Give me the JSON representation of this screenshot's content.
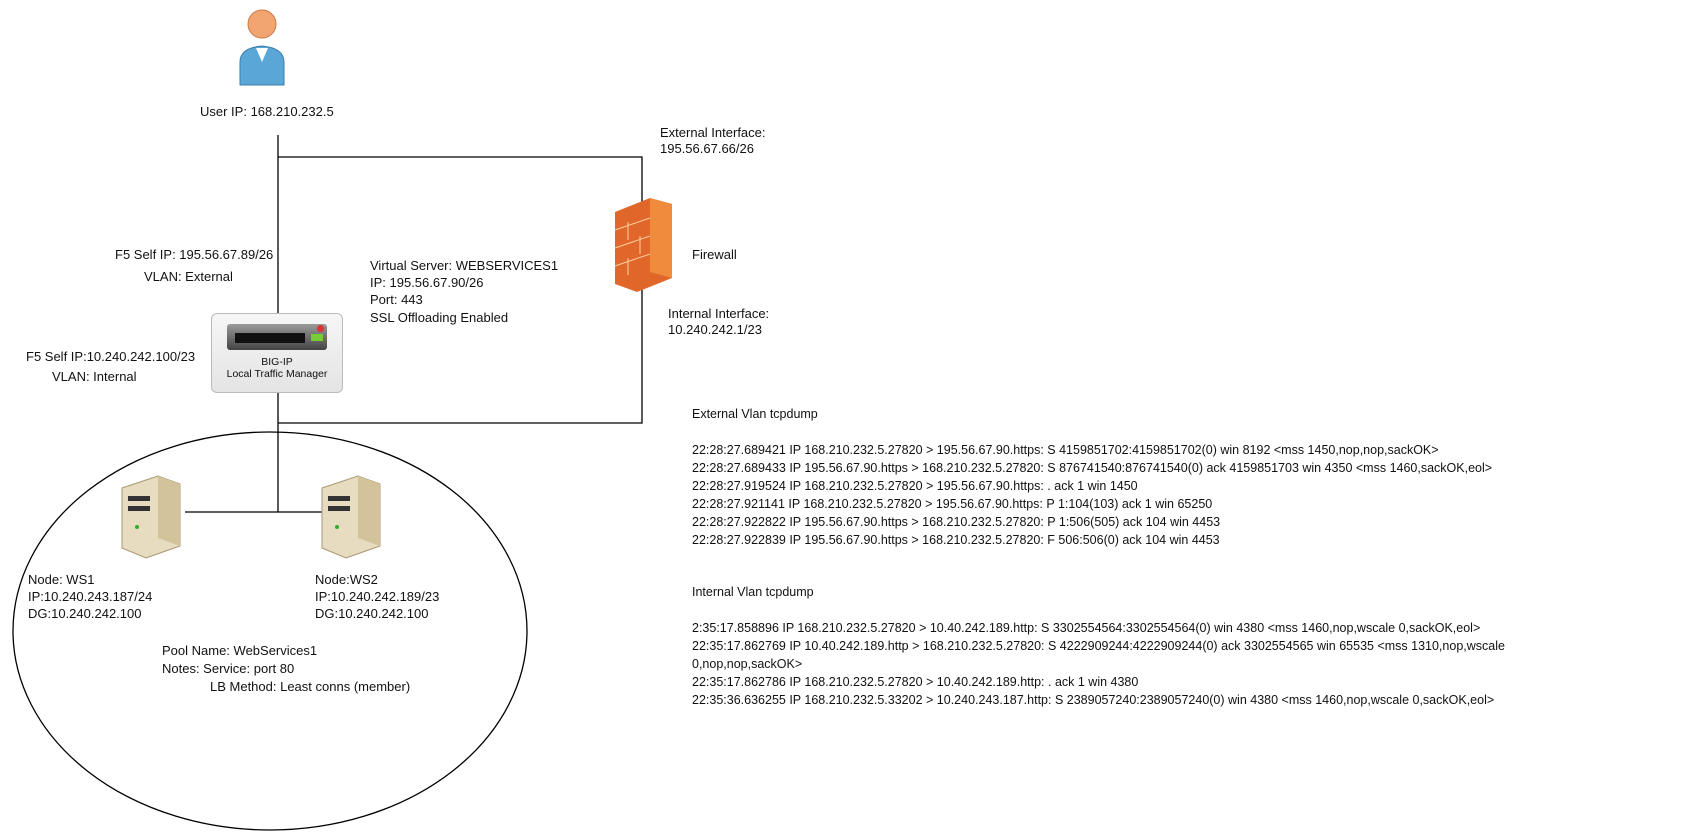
{
  "user": {
    "label": "User IP: 168.210.232.5"
  },
  "firewall": {
    "label": "Firewall",
    "external_interface_label": "External Interface:",
    "external_interface_ip": "195.56.67.66/26",
    "internal_interface_label": "Internal Interface:",
    "internal_interface_ip": "10.240.242.1/23"
  },
  "f5": {
    "external_self_ip": "F5 Self IP: 195.56.67.89/26",
    "external_vlan": "VLAN: External",
    "internal_self_ip": "F5 Self IP:10.240.242.100/23",
    "internal_vlan": "VLAN: Internal",
    "device_name": "BIG-IP",
    "device_subtitle": "Local Traffic Manager"
  },
  "virtual_server": {
    "name": "Virtual Server: WEBSERVICES1",
    "ip": "IP: 195.56.67.90/26",
    "port": "Port: 443",
    "ssl": "SSL Offloading Enabled"
  },
  "nodes": [
    {
      "name": "Node: WS1",
      "ip": "IP:10.240.243.187/24",
      "dg": "DG:10.240.242.100"
    },
    {
      "name": "Node:WS2",
      "ip": "IP:10.240.242.189/23",
      "dg": "DG:10.240.242.100"
    }
  ],
  "pool": {
    "name": "Pool Name: WebServices1",
    "notes": "Notes:  Service: port 80",
    "lb_method": "LB Method: Least conns (member)"
  },
  "external_dump": {
    "title": "External Vlan tcpdump",
    "lines": [
      "22:28:27.689421 IP 168.210.232.5.27820 > 195.56.67.90.https: S 4159851702:4159851702(0) win 8192 <mss 1450,nop,nop,sackOK>",
      "22:28:27.689433 IP 195.56.67.90.https > 168.210.232.5.27820: S 876741540:876741540(0) ack 4159851703 win 4350 <mss 1460,sackOK,eol>",
      "22:28:27.919524 IP 168.210.232.5.27820 > 195.56.67.90.https: . ack 1 win 1450",
      "22:28:27.921141 IP 168.210.232.5.27820 > 195.56.67.90.https: P 1:104(103) ack 1 win 65250",
      "22:28:27.922822 IP 195.56.67.90.https > 168.210.232.5.27820: P 1:506(505) ack 104 win 4453",
      "22:28:27.922839 IP 195.56.67.90.https > 168.210.232.5.27820: F 506:506(0) ack 104 win 4453"
    ]
  },
  "internal_dump": {
    "title": "Internal Vlan tcpdump",
    "lines": [
      "2:35:17.858896 IP 168.210.232.5.27820 > 10.40.242.189.http: S 3302554564:3302554564(0) win 4380 <mss 1460,nop,wscale 0,sackOK,eol>",
      "22:35:17.862769 IP 10.40.242.189.http > 168.210.232.5.27820: S 4222909244:4222909244(0) ack 3302554565 win 65535 <mss 1310,nop,wscale",
      "0,nop,nop,sackOK>",
      "22:35:17.862786 IP 168.210.232.5.27820 > 10.40.242.189.http: . ack 1 win 4380",
      "22:35:36.636255 IP 168.210.232.5.33202 > 10.240.243.187.http: S 2389057240:2389057240(0) win 4380 <mss 1460,nop,wscale 0,sackOK,eol>"
    ]
  }
}
